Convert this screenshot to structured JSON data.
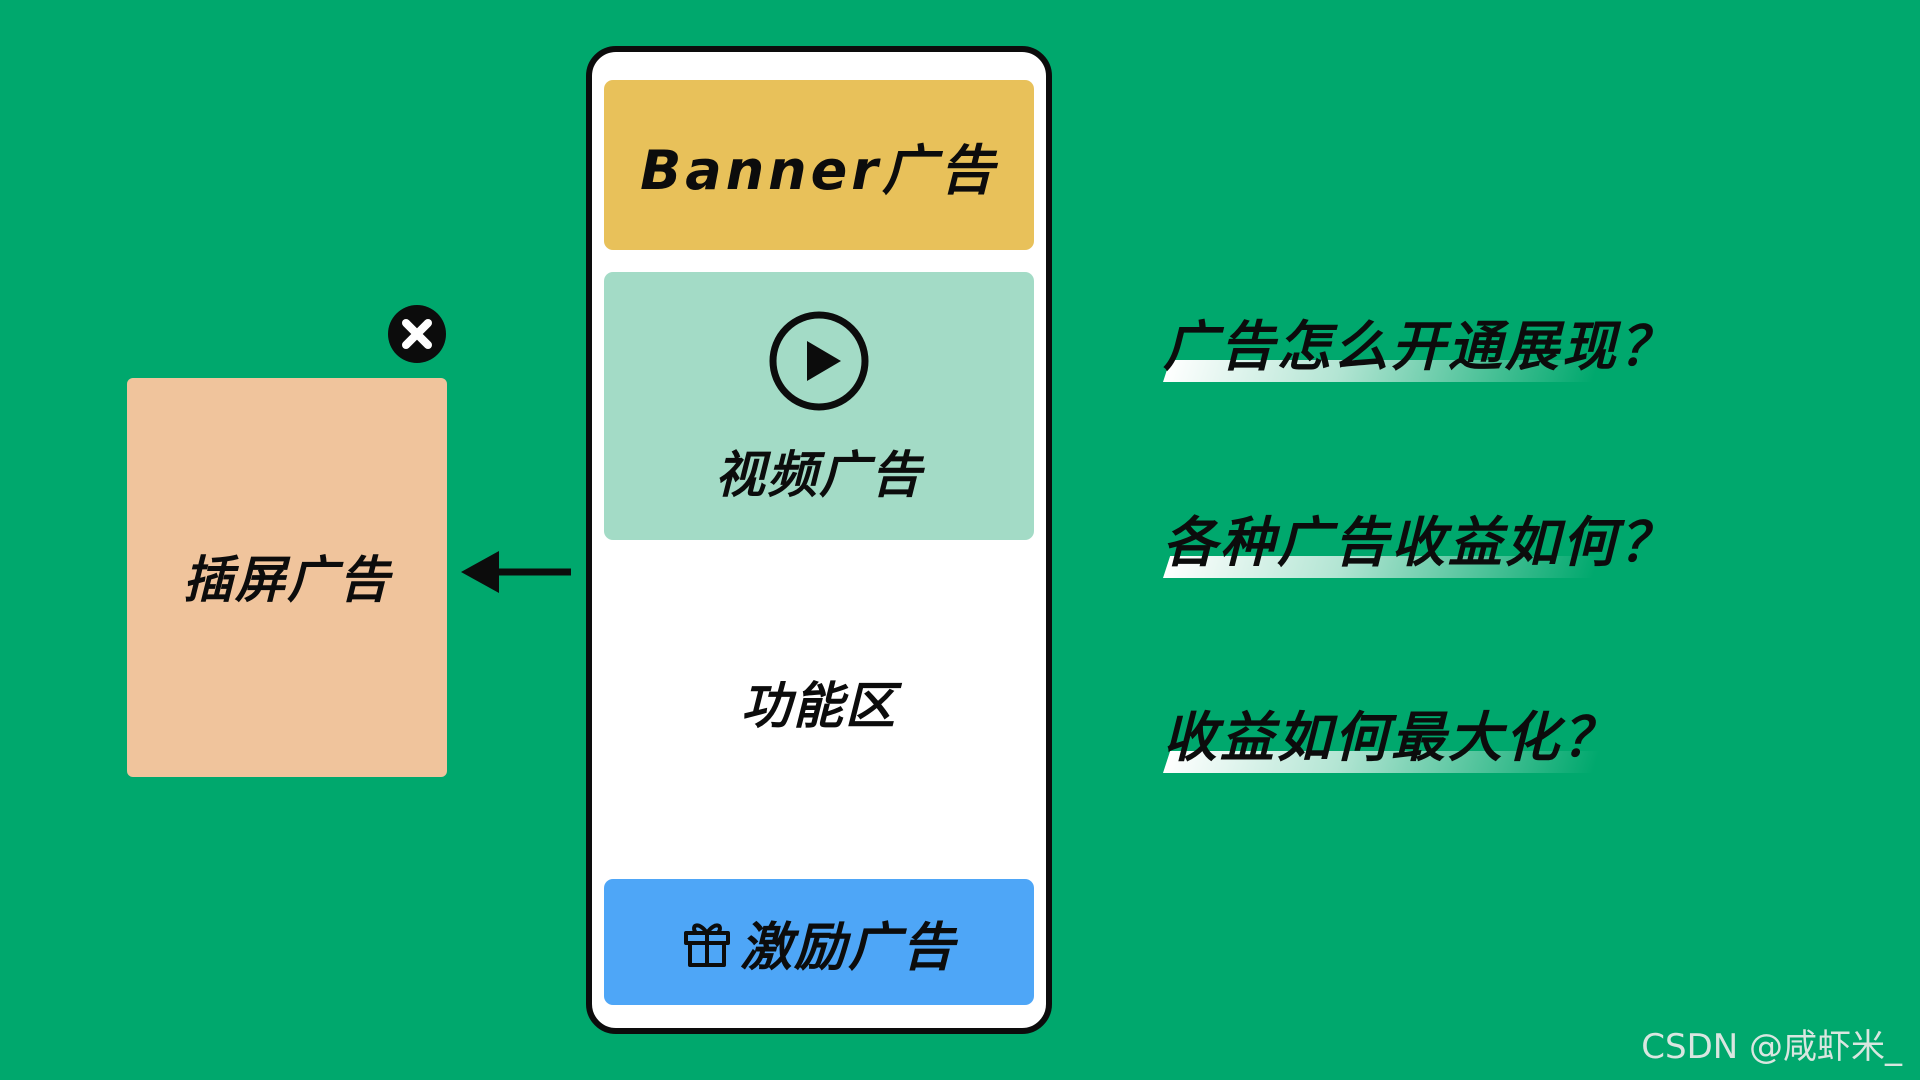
{
  "colors": {
    "background": "#00a86d",
    "banner": "#e8c15a",
    "video": "#a3dbc6",
    "interstitial": "#f0c49c",
    "reward": "#4ea6f7",
    "ink": "#0c0c0c"
  },
  "phone": {
    "banner_label": "Banner广告",
    "video_label": "视频广告",
    "function_label": "功能区",
    "reward_label": "激励广告"
  },
  "interstitial": {
    "label": "插屏广告"
  },
  "questions": [
    "广告怎么开通展现？",
    "各种广告收益如何？",
    "收益如何最大化？"
  ],
  "watermark": "CSDN @咸虾米_",
  "icons": [
    "play-icon",
    "gift-icon",
    "close-icon",
    "arrow-left-icon"
  ]
}
